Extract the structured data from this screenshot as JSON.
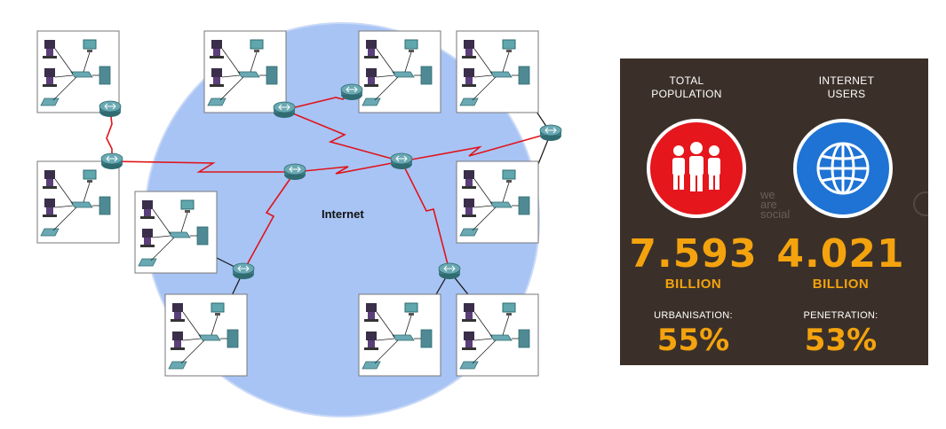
{
  "diagram": {
    "cloud_label": "Internet",
    "colors": {
      "cloud": "#a8c4f5",
      "wan_link": "#e0141a",
      "lan_link": "#111111",
      "router": "#4f8a94",
      "lan_box_border": "#777777"
    }
  },
  "stats": {
    "background": "#3b3029",
    "accent": "#f4a30e",
    "population": {
      "header_line1": "TOTAL",
      "header_line2": "POPULATION",
      "icon": "people-icon",
      "value": "7.593",
      "unit": "BILLION",
      "sub_label": "URBANISATION:",
      "sub_value": "55%"
    },
    "internet": {
      "header_line1": "INTERNET",
      "header_line2": "USERS",
      "icon": "globe-icon",
      "value": "4.021",
      "unit": "BILLION",
      "sub_label": "PENETRATION:",
      "sub_value": "53%"
    },
    "watermark": [
      "we",
      "are",
      "social"
    ]
  }
}
